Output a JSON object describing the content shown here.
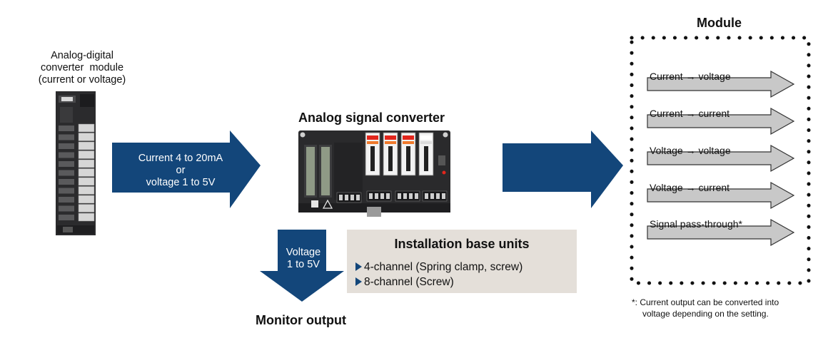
{
  "adc_module": {
    "label": [
      "Analog-digital",
      "converter  module",
      "(current or voltage)"
    ]
  },
  "input_arrow": {
    "lines": [
      "Current 4 to 20mA",
      "or",
      "voltage 1 to 5V"
    ]
  },
  "converter": {
    "title": "Analog signal converter"
  },
  "monitor": {
    "arrow_lines": [
      "Voltage",
      "1 to 5V"
    ],
    "label": "Monitor output"
  },
  "base_units": {
    "title": "Installation base units",
    "items": [
      "4-channel (Spring clamp, screw)",
      "8-channel (Screw)"
    ]
  },
  "module": {
    "title": "Module",
    "conversions": [
      "Current → voltage",
      "Current → current",
      "Voltage → voltage",
      "Voltage → current",
      "Signal pass-through*"
    ]
  },
  "footnote": [
    "*: Current output can be converted into",
    "voltage depending on the setting."
  ],
  "colors": {
    "arrow_blue": "#13467a",
    "box_beige": "#e4dfd9",
    "gray_arrow": "#c8c8c8"
  }
}
